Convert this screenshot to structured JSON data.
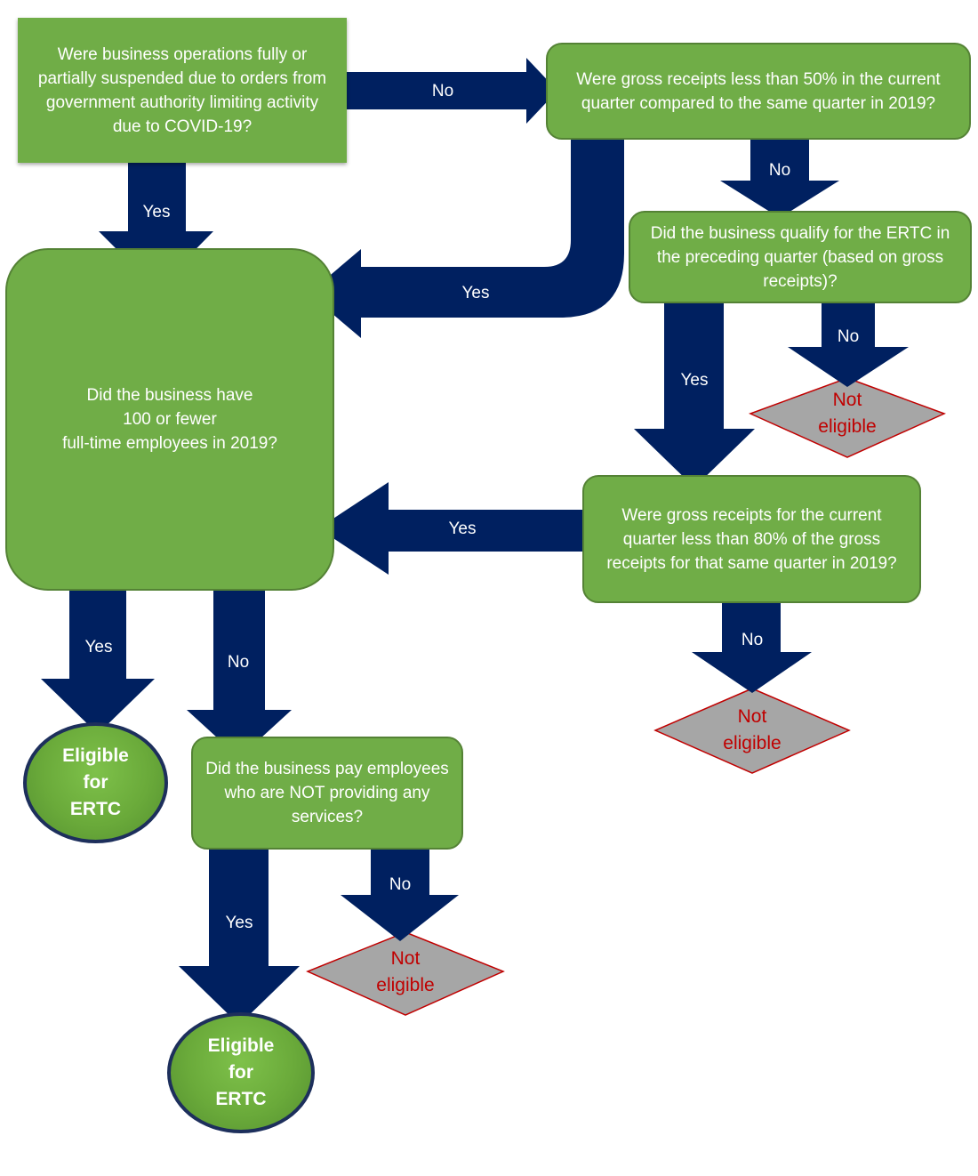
{
  "nodes": {
    "q_suspended": "Were business operations fully or partially suspended due to orders from government authority limiting activity due to COVID-19?",
    "q_receipts_50": "Were gross receipts less than 50% in the current quarter compared to the same quarter in 2019?",
    "q_preceding": "Did the business qualify for the ERTC in the preceding quarter (based on gross receipts)?",
    "q_employees": [
      "Did the business have",
      "100 or fewer",
      "full-time employees in 2019?"
    ],
    "q_receipts_80": "Were gross receipts for the current quarter less than 80% of the gross receipts for that same quarter in 2019?",
    "q_pay_not_providing": "Did the business pay employees who are NOT providing any services?",
    "eligible_1": [
      "Eligible",
      "for",
      "ERTC"
    ],
    "eligible_2": [
      "Eligible",
      "for",
      "ERTC"
    ],
    "not_eligible_1": [
      "Not",
      "eligible"
    ],
    "not_eligible_2": [
      "Not",
      "eligible"
    ],
    "not_eligible_3": [
      "Not",
      "eligible"
    ]
  },
  "edges": {
    "suspended_no": "No",
    "suspended_yes": "Yes",
    "receipts50_yes": "Yes",
    "receipts50_no": "No",
    "preceding_yes": "Yes",
    "preceding_no": "No",
    "receipts80_yes": "Yes",
    "receipts80_no": "No",
    "employees_yes": "Yes",
    "employees_no": "No",
    "pay_yes": "Yes",
    "pay_no": "No"
  },
  "colors": {
    "box_fill": "#70ad47",
    "box_border": "#548235",
    "arrow_fill": "#002060",
    "not_eligible_fill": "#a6a6a6",
    "not_eligible_border": "#c00000",
    "not_eligible_text": "#c00000",
    "eligible_border": "#1d2f5c"
  }
}
